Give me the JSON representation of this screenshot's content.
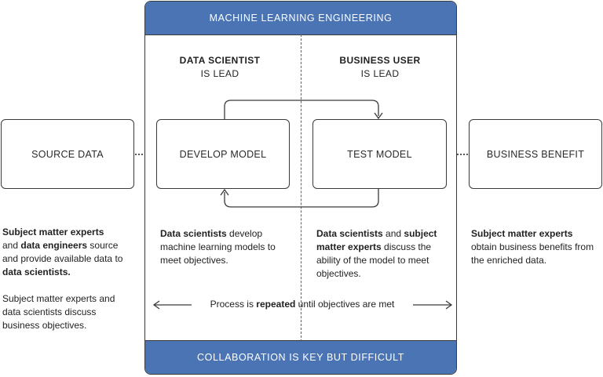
{
  "header": {
    "title": "MACHINE LEARNING ENGINEERING"
  },
  "footer": {
    "title": "COLLABORATION IS KEY BUT DIFFICULT"
  },
  "leads": {
    "left": {
      "line1": "DATA SCIENTIST",
      "line2": "IS LEAD"
    },
    "right": {
      "line1": "BUSINESS USER",
      "line2": "IS LEAD"
    }
  },
  "boxes": {
    "source": "SOURCE DATA",
    "develop": "DEVELOP MODEL",
    "test": "TEST MODEL",
    "benefit": "BUSINESS BENEFIT"
  },
  "left_text": {
    "p1_b1": "Subject matter experts",
    "p1_t1": "and ",
    "p1_b2": "data engineers",
    "p1_t2": " source and provide available data to ",
    "p1_b3": "data scientists.",
    "p2": "Subject matter experts and data scientists discuss business objectives."
  },
  "develop_text": {
    "b1": "Data scientists",
    "t1": " develop machine learning models to meet objectives."
  },
  "test_text": {
    "b1": "Data scientists",
    "t1": " and ",
    "b2": "subject matter experts",
    "t2": " discuss the ability of the model to meet objectives."
  },
  "benefit_text": {
    "b1": "Subject matter experts",
    "t1": " obtain business benefits from the enriched data."
  },
  "repeat": {
    "pre": "Process is ",
    "bold": "repeated",
    "post": " until objectives are met"
  },
  "colors": {
    "bar": "#4a74b4",
    "divider": "#c8323a",
    "stroke": "#3a3a3a"
  }
}
